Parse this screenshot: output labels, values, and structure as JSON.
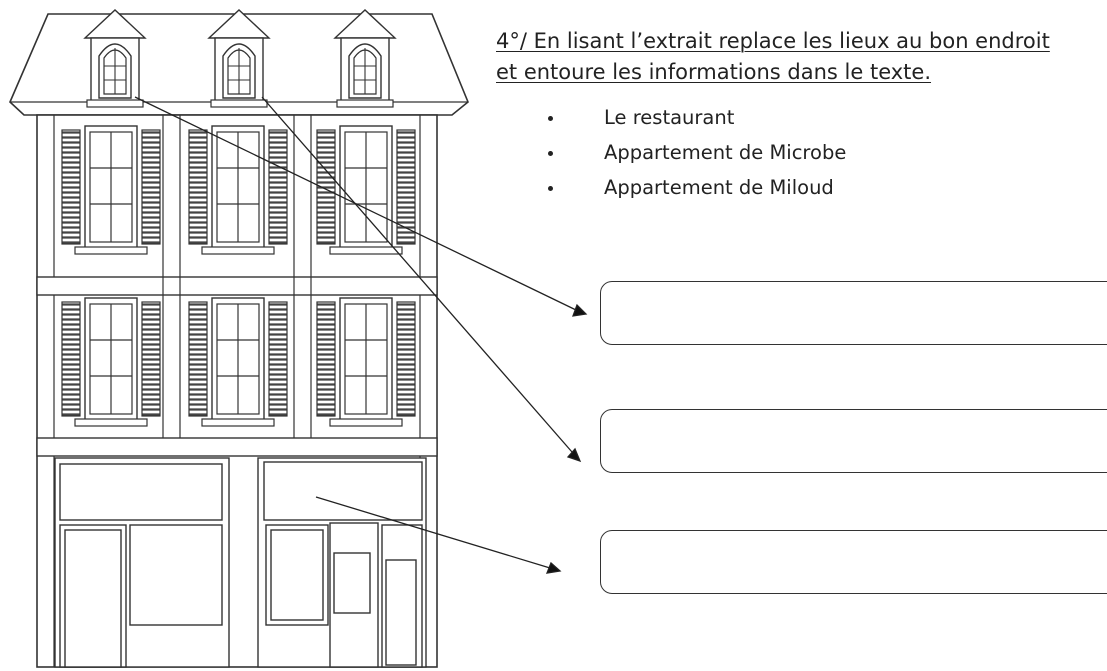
{
  "instruction": {
    "line1": "4°/ En lisant l’extrait replace les lieux au bon endroit",
    "line2": "et entoure les informations dans le texte."
  },
  "places": [
    {
      "label": "Le restaurant"
    },
    {
      "label": "Appartement de Microbe"
    },
    {
      "label": "Appartement de Miloud"
    }
  ],
  "answer_boxes": [
    {
      "value": ""
    },
    {
      "value": ""
    },
    {
      "value": ""
    }
  ]
}
